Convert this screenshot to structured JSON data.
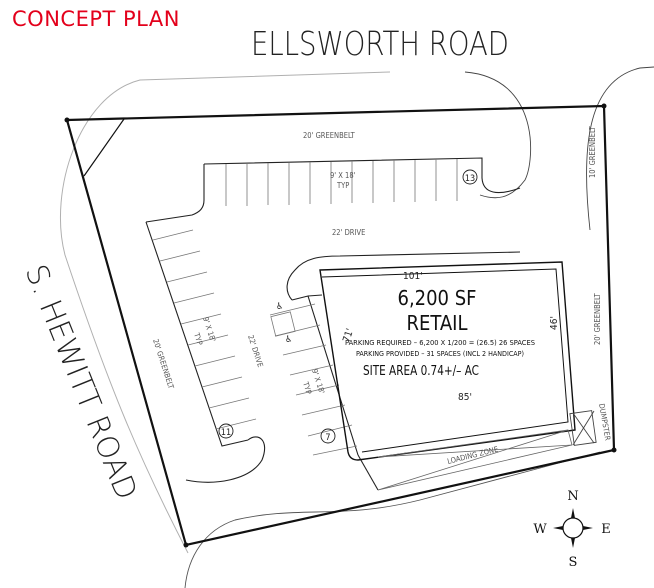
{
  "title": "CONCEPT PLAN",
  "roads": {
    "north": "ELLSWORTH ROAD",
    "west": "S. HEWITT ROAD"
  },
  "greenbelts": {
    "north": "20' GREENBELT",
    "west": "20' GREENBELT",
    "east_upper": "10' GREENBELT",
    "east_lower": "20' GREENBELT"
  },
  "drives": {
    "north": "22' DRIVE",
    "west": "22' DRIVE"
  },
  "parking": {
    "stall_size": "9' X 18'",
    "stall_typ": "TYP",
    "counts": {
      "north_row": "13",
      "west_row": "11",
      "building_row": "7"
    },
    "handicap_icon": "wheelchair-icon"
  },
  "building": {
    "area": "6,200 SF",
    "use": "RETAIL",
    "parking_required": "PARKING REQUIRED – 6,200 X 1/200 = (26.5) 26 SPACES",
    "parking_provided": "PARKING PROVIDED – 31 SPACES (INCL 2 HANDICAP)",
    "site_area": "SITE AREA 0.74+/– AC",
    "dimensions": {
      "top": "101'",
      "bottom": "85'",
      "left": "71'",
      "right": "46'"
    }
  },
  "service": {
    "loading": "LOADING ZONE",
    "dumpster": "DUMPSTER"
  },
  "compass": {
    "n": "N",
    "s": "S",
    "e": "E",
    "w": "W"
  },
  "colors": {
    "title": "#e3001b",
    "lines": "#111111",
    "light_lines": "#888888"
  }
}
